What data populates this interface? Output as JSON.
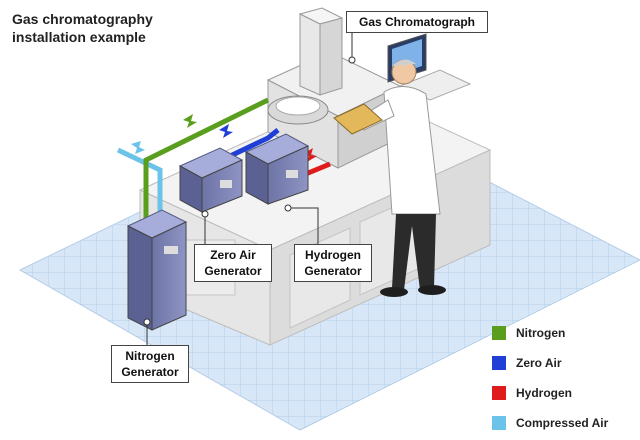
{
  "title": [
    "Gas chromatography",
    "installation example"
  ],
  "labels": {
    "gas_chromatograph": "Gas Chromatograph",
    "zero_air_generator": [
      "Zero Air",
      "Generator"
    ],
    "hydrogen_generator": [
      "Hydrogen",
      "Generator"
    ],
    "nitrogen_generator": [
      "Nitrogen",
      "Generator"
    ]
  },
  "legend": [
    {
      "label": "Nitrogen",
      "color": "#5a9e1e"
    },
    {
      "label": "Zero Air",
      "color": "#1f3fd6"
    },
    {
      "label": "Hydrogen",
      "color": "#e01b1b"
    },
    {
      "label": "Compressed Air",
      "color": "#6cc3ea"
    }
  ]
}
